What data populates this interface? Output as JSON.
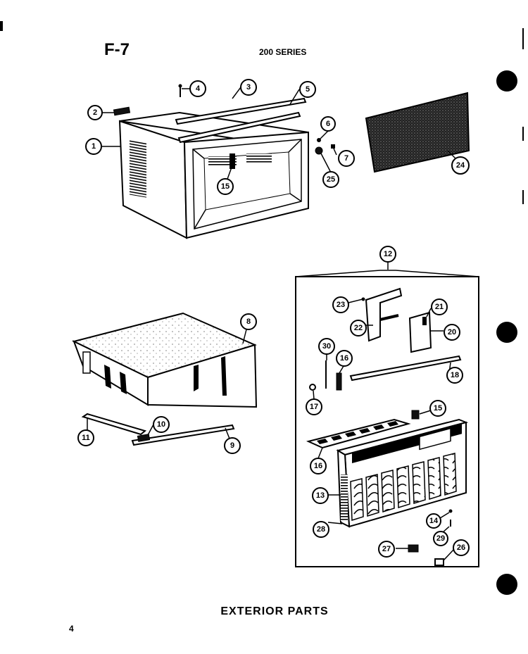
{
  "page": {
    "code": "F-7",
    "series": "200 SERIES",
    "caption": "EXTERIOR PARTS",
    "page_number": "4"
  },
  "callouts": [
    "1",
    "2",
    "3",
    "4",
    "5",
    "6",
    "7",
    "25",
    "24",
    "15",
    "8",
    "11",
    "10",
    "9",
    "12",
    "23",
    "22",
    "21",
    "20",
    "30",
    "16",
    "18",
    "17",
    "15",
    "16",
    "13",
    "28",
    "14",
    "29",
    "27",
    "26"
  ]
}
